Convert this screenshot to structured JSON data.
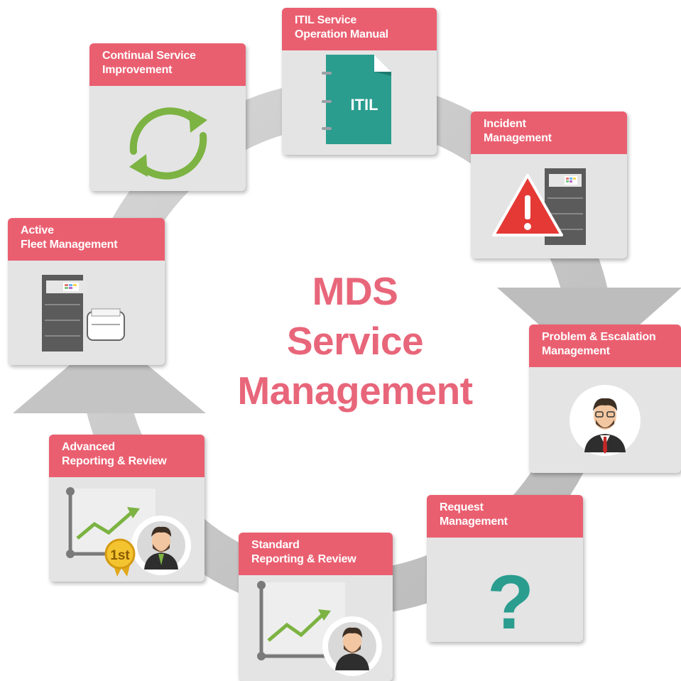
{
  "center_title": {
    "line1": "MDS",
    "line2": "Service",
    "line3": "Management"
  },
  "colors": {
    "accent": "#ea5f70",
    "title": "#e8667a",
    "card": "#e4e4e4",
    "ring": "#cccccc",
    "teal": "#2a9d8f",
    "green": "#7cb342"
  },
  "cards": {
    "continual": {
      "line1": "Continual Service",
      "line2": "Improvement",
      "icon": "refresh-arrows-icon"
    },
    "itil": {
      "line1": "ITIL  Service",
      "line2": "Operation Manual",
      "icon_label": "ITIL",
      "icon": "manual-book-icon"
    },
    "incident": {
      "line1": "Incident",
      "line2": "Management",
      "icon": "warning-printer-icon"
    },
    "problem": {
      "line1": "Problem & Escalation",
      "line2": "Management",
      "icon": "manager-avatar-icon"
    },
    "request": {
      "line1": "Request",
      "line2": "Management",
      "icon": "question-mark-icon"
    },
    "standard": {
      "line1": "Standard",
      "line2": "Reporting & Review",
      "icon": "report-chart-icon"
    },
    "advanced": {
      "line1": "Advanced",
      "line2": "Reporting & Review",
      "badge": "1st",
      "icon": "report-award-icon"
    },
    "fleet": {
      "line1": "Active",
      "line2": "Fleet Management",
      "icon": "printer-fleet-icon"
    }
  }
}
